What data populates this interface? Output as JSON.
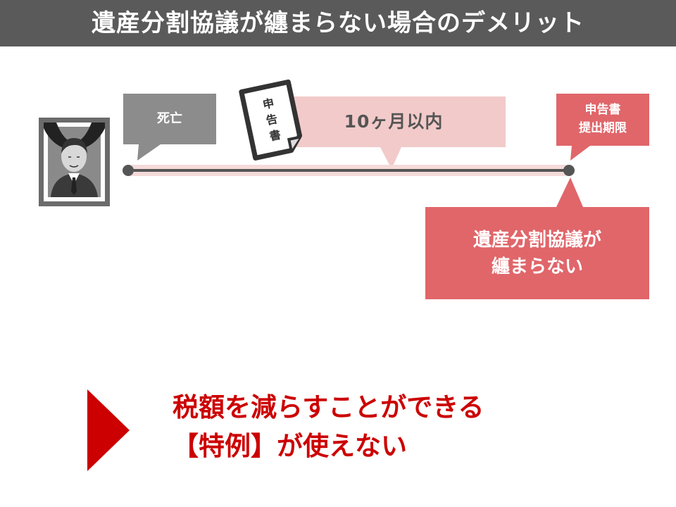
{
  "title": "遺産分割協議が纏まらない場合のデメリット",
  "timeline": {
    "start_label": "死亡",
    "period_label": "10ヶ月以内",
    "document_label": [
      "申",
      "告",
      "書"
    ],
    "deadline_label": [
      "申告書",
      "提出期限"
    ],
    "outcome_label": [
      "遺産分割協議が",
      "纏まらない"
    ]
  },
  "result": {
    "line1": "税額を減らすことができる",
    "line2": "【特例】が使えない"
  },
  "colors": {
    "title_bg": "#5a5a5a",
    "gray_bubble": "#8c8c8c",
    "pink_band": "#f2caca",
    "red_bubble": "#e0666a",
    "result_red": "#cc0000",
    "timeline": "#555555"
  },
  "icons": {
    "portrait": "memorial-portrait-icon",
    "document": "tax-return-document-icon",
    "arrow": "play-triangle-icon"
  }
}
